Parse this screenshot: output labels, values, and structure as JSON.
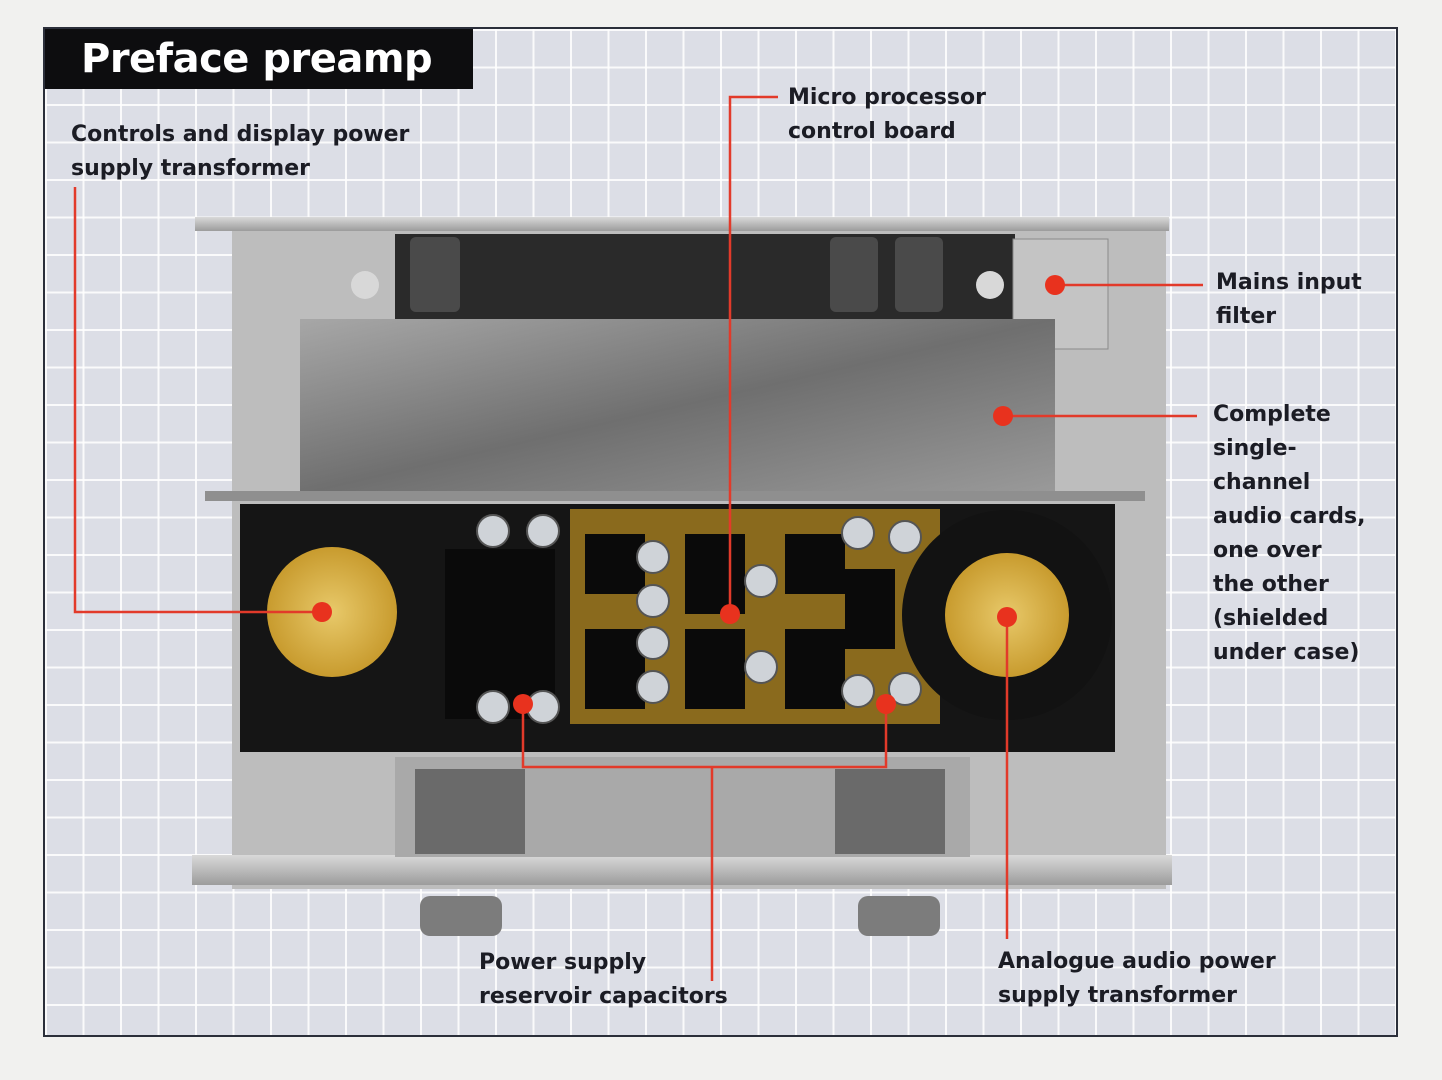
{
  "title": "Preface preamp",
  "labels": {
    "controls_transformer": "Controls and display power\nsupply transformer",
    "micro_processor": "Micro processor\ncontrol board",
    "mains_filter": "Mains input\nfilter",
    "audio_cards": "Complete\nsingle-\nchannel\naudio cards,\none over\nthe other\n(shielded\nunder case)",
    "reservoir_caps": "Power supply\nreservoir capacitors",
    "analogue_transformer": "Analogue audio power\nsupply transformer"
  },
  "colors": {
    "leader_red": "#e23a2a",
    "title_bg": "#0d0d0f",
    "grid_bg": "#dcdee6",
    "frame_border": "#2b2f3a"
  }
}
